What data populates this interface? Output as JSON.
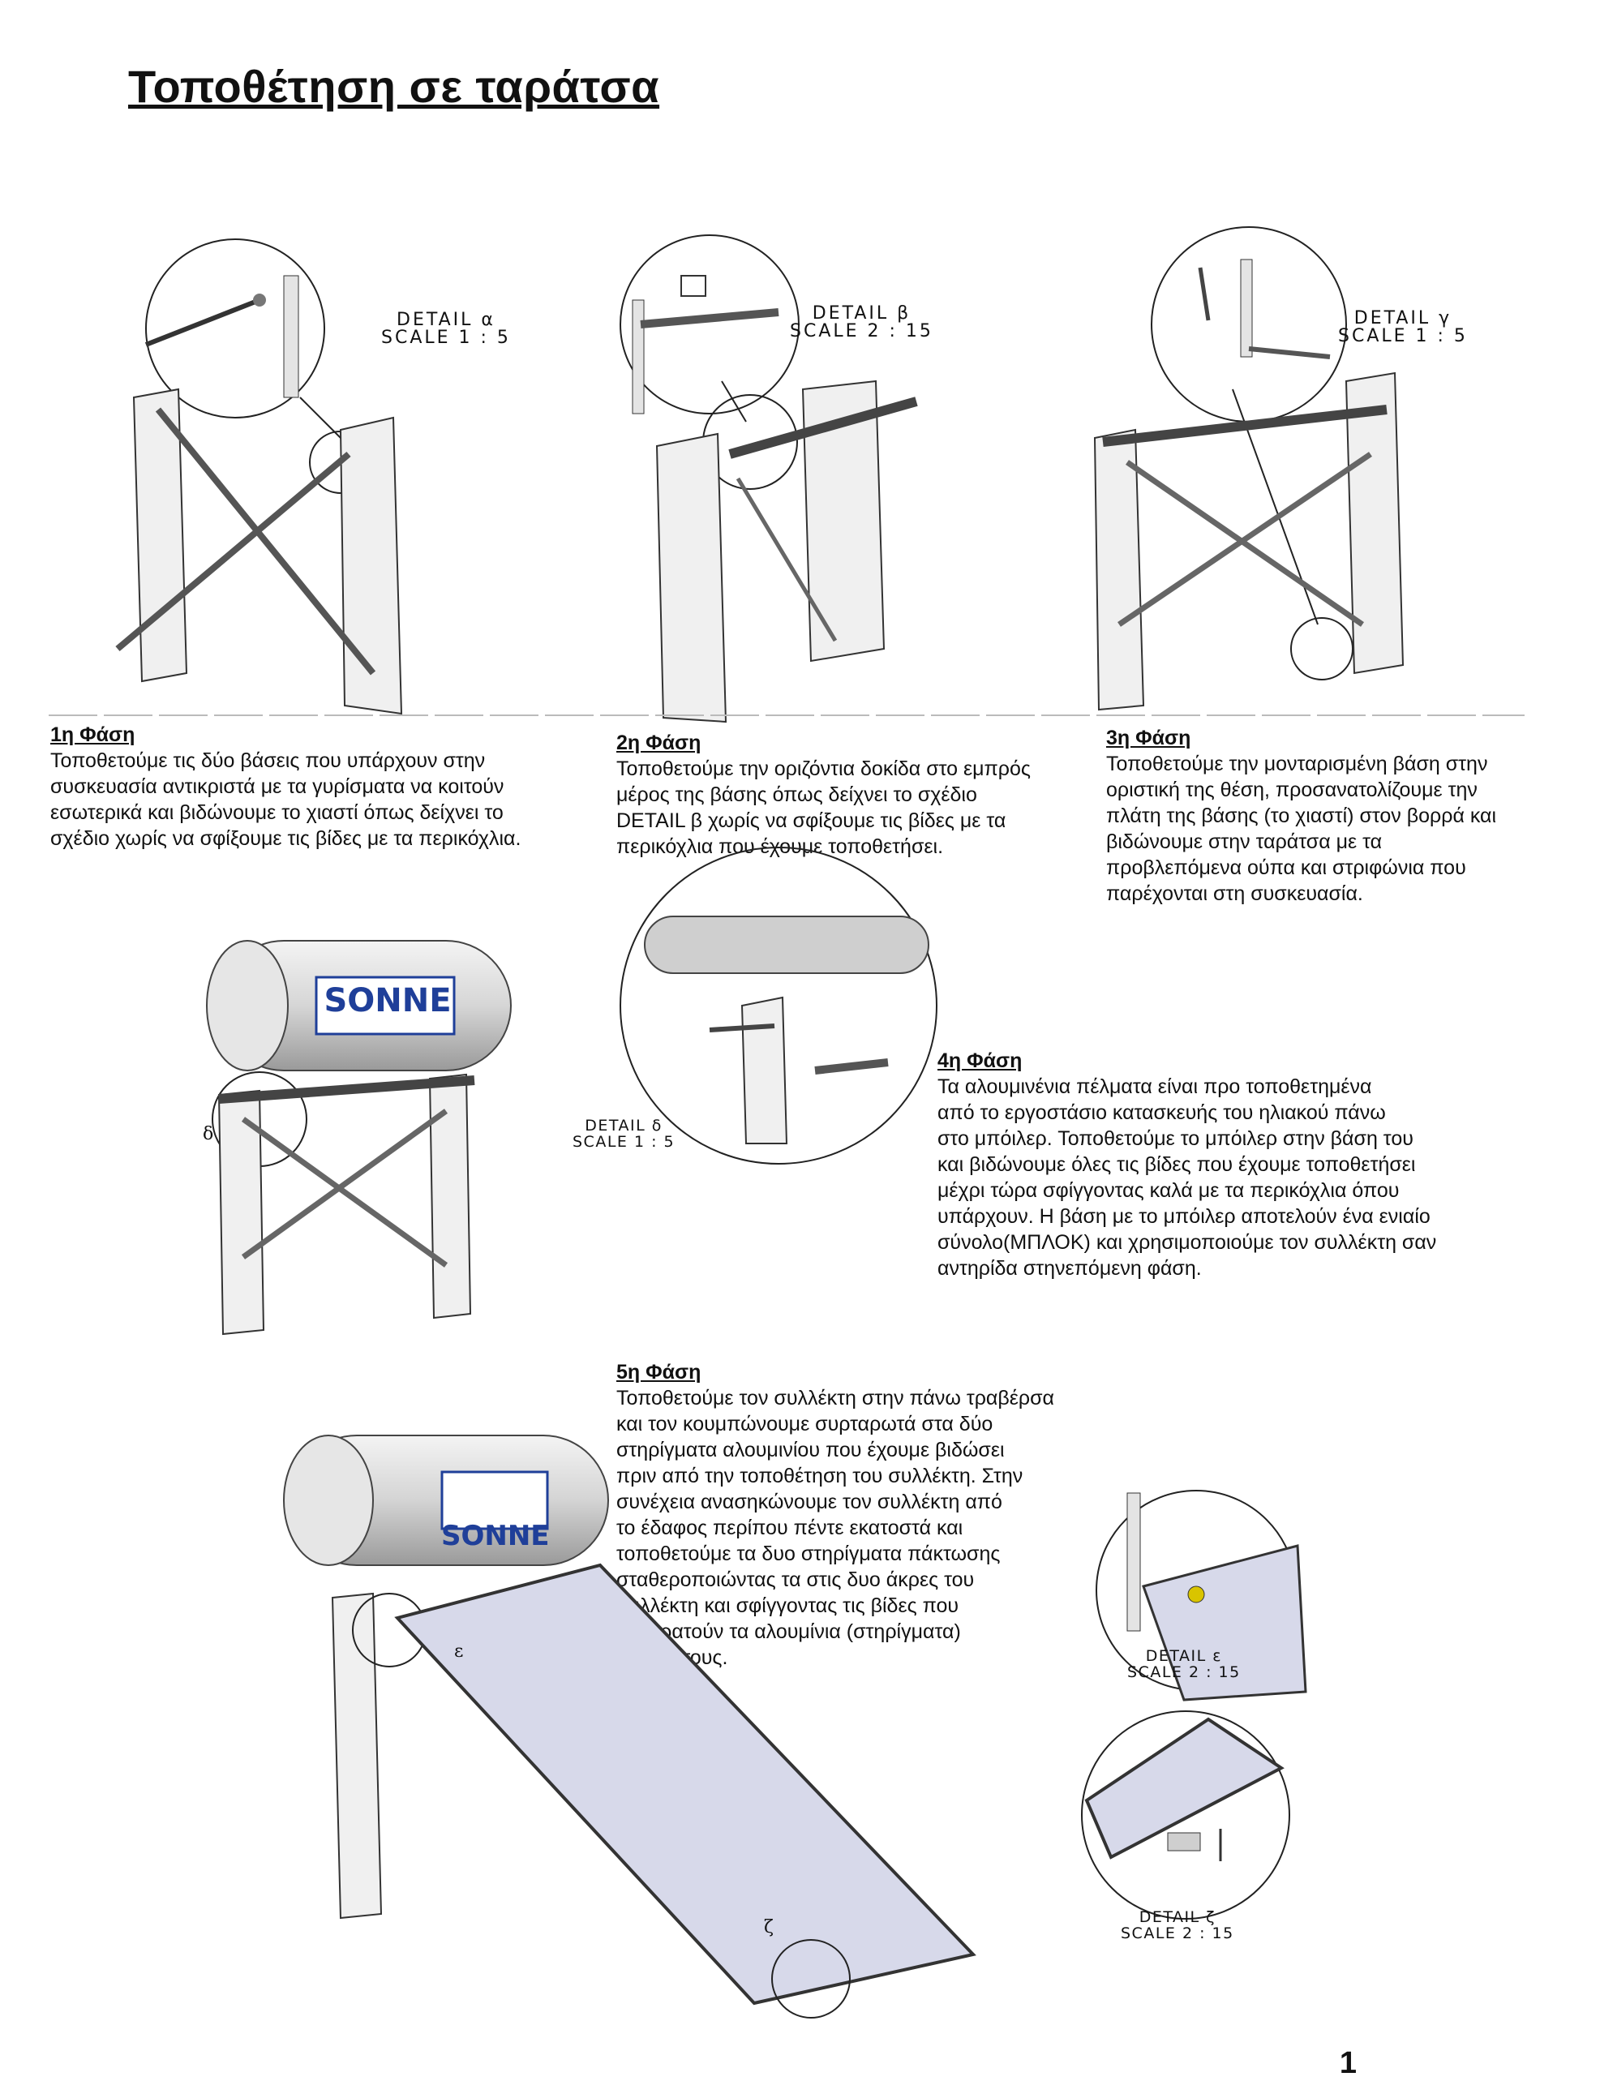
{
  "page_title": "Τοποθέτηση σε ταράτσα",
  "steps": [
    {
      "heading": "1η Φάση",
      "text": "Τοποθετούμε τις δύο βάσεις που υπάρχουν στην\nσυσκευασία αντικριστά με τα γυρίσματα να κοιτούν\nεσωτερικά και βιδώνουμε το χιαστί όπως δείχνει το\nσχέδιο χωρίς να σφίξουμε τις βίδες με τα περικόχλια."
    },
    {
      "heading": "2η Φάση",
      "text": "Τοποθετούμε την οριζόντια δοκίδα στο εμπρός\nμέρος της βάσης όπως δείχνει το σχέδιο\nDETAIL β χωρίς να σφίξουμε τις βίδες με τα\nπερικόχλια που έχουμε τοποθετήσει."
    },
    {
      "heading": "3η Φάση",
      "text": "Τοποθετούμε την μονταρισμένη βάση στην\nοριστική της θέση, προσανατολίζουμε την\nπλάτη της βάσης (το χιαστί) στον βορρά και\nβιδώνουμε στην ταράτσα με τα\nπροβλεπόμενα ούπα και στριφώνια που\nπαρέχονται στη συσκευασία."
    },
    {
      "heading": "4η Φάση",
      "text": "Τα αλουμινένια πέλματα είναι προ τοποθετημένα\nαπό το εργοστάσιο κατασκευής του ηλιακού πάνω\nστο μπόιλερ. Τοποθετούμε το μπόιλερ στην βάση του\nκαι βιδώνουμε όλες τις βίδες που έχουμε τοποθετήσει\nμέχρι τώρα σφίγγοντας καλά με τα περικόχλια όπου\nυπάρχουν. Η βάση με το μπόιλερ αποτελούν ένα ενιαίο\nσύνολο(ΜΠΛΟΚ) και χρησιμοποιούμε τον συλλέκτη σαν\nαντηρίδα στηνεπόμενη φάση."
    },
    {
      "heading": "5η Φάση",
      "text": "Τοποθετούμε τον συλλέκτη στην πάνω τραβέρσα\nκαι τον κουμπώνουμε συρταρωτά στα δύο\nστηρίγματα αλουμινίου που έχουμε βιδώσει\nπριν από την τοποθέτηση του συλλέκτη. Στην\nσυνέχεια ανασηκώνουμε τον συλλέκτη από\n   το έδαφος περίπου πέντε εκατοστά και\n      τοποθετούμε τα δυο στηρίγματα πάκτωσης\n         σταθεροποιώντας τα στις δυο άκρες του\n            συλλέκτη και σφίγγοντας τις βίδες που\n                     συγκρατούν τα αλουμίνια (στηρίγματα)\n                           μεταξύ τους."
    }
  ],
  "details": {
    "alpha": {
      "name": "DETAIL α",
      "scale": "SCALE 1 : 5"
    },
    "beta": {
      "name": "DETAIL β",
      "scale": "SCALE 2 : 15"
    },
    "gamma": {
      "name": "DETAIL γ",
      "scale": "SCALE 1 : 5"
    },
    "delta": {
      "name": "DETAIL δ",
      "scale": "SCALE 1 : 5"
    },
    "epsilon": {
      "name": "DETAIL ε",
      "scale": "SCALE 2 : 15"
    },
    "zeta": {
      "name": "DETAIL ζ",
      "scale": "SCALE 2 : 15"
    }
  },
  "callouts": {
    "delta": "δ",
    "epsilon": "ε",
    "zeta": "ζ"
  },
  "brand": "SONNE",
  "page_number": "1"
}
